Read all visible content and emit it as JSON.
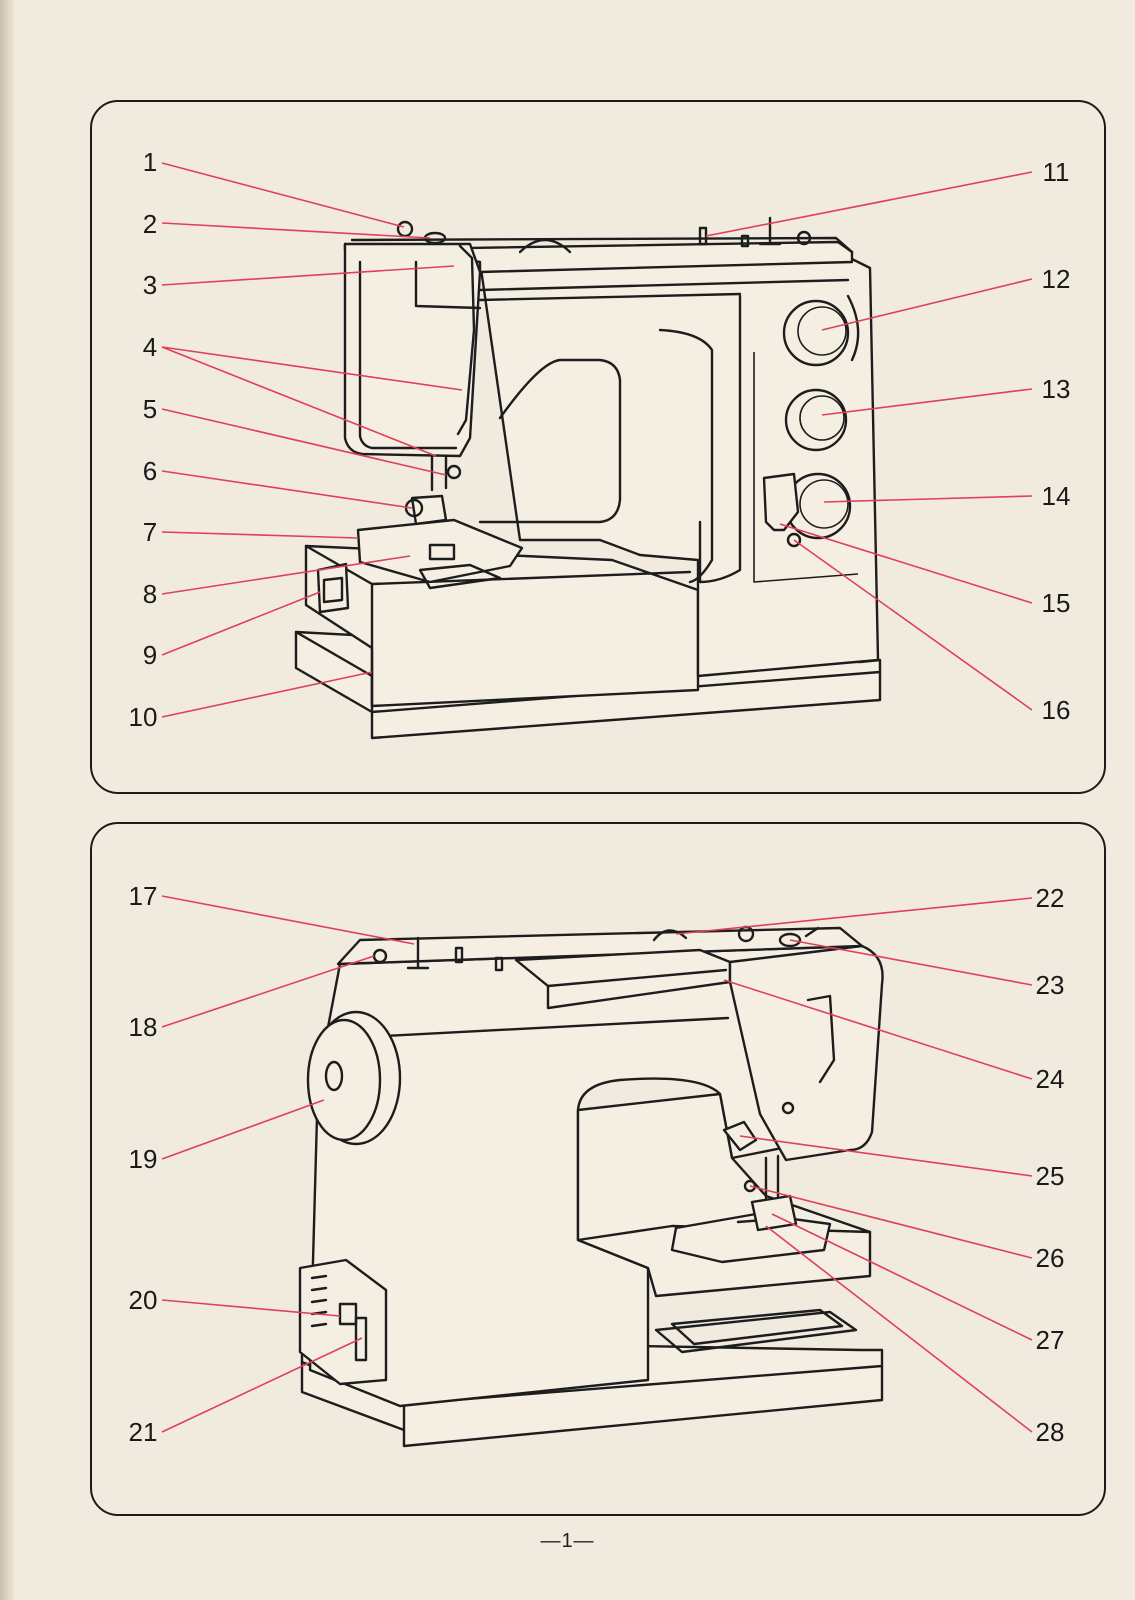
{
  "panels": [
    {
      "view": "front",
      "callouts": [
        "1",
        "2",
        "3",
        "4",
        "5",
        "6",
        "7",
        "8",
        "9",
        "10",
        "11",
        "12",
        "13",
        "14",
        "15",
        "16"
      ]
    },
    {
      "view": "back",
      "callouts": [
        "17",
        "18",
        "19",
        "20",
        "21",
        "22",
        "23",
        "24",
        "25",
        "26",
        "27",
        "28"
      ]
    }
  ],
  "page_number": "—1—",
  "colors": {
    "leader_line": "#e0405a",
    "ink": "#1d1d1d",
    "paper": "#f1ebdf"
  }
}
